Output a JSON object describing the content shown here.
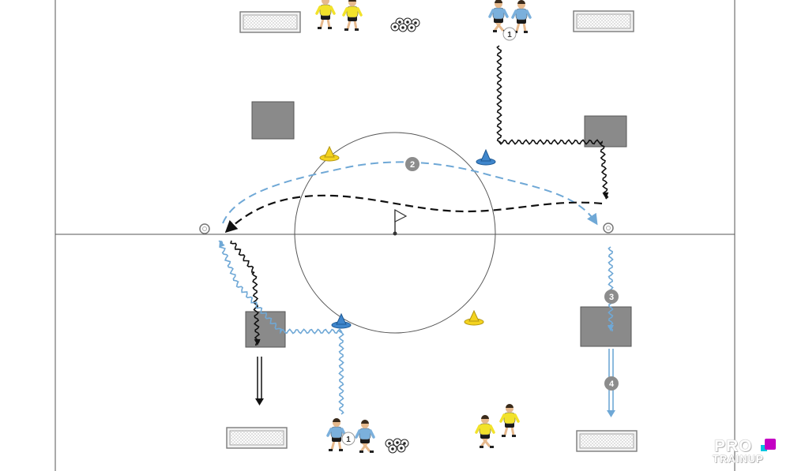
{
  "step_numbers": {
    "step1_top": "1",
    "step1_bottom": "1",
    "step2": "2",
    "step3": "3",
    "step4": "4"
  },
  "logo": {
    "line1": "PRO",
    "line2": "TRAINUP"
  },
  "colors": {
    "yellow_team": "#f2e22a",
    "blue_team": "#7bb0dc",
    "dribble_black": "#111111",
    "pass_blue": "#6fa8d6",
    "number_badge": "#8c8c8c",
    "zone_grey": "#8a8a8a",
    "yellow_cone": "#f4d31f",
    "blue_cone": "#3f86cc",
    "logo_accent": "#c400c4"
  },
  "icons": [
    "goal-icon",
    "player-icon",
    "ball-icon",
    "cone-icon",
    "flag-icon",
    "ring-marker-icon"
  ]
}
